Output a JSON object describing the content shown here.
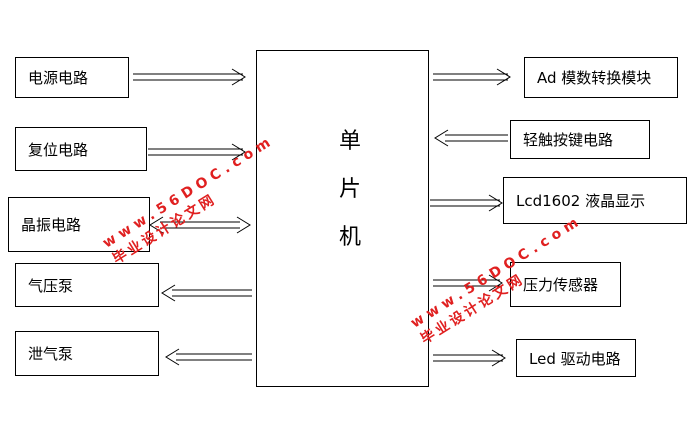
{
  "mcu": {
    "label": "单\n片\n机"
  },
  "left_blocks": [
    {
      "label": "电源电路",
      "direction": "to-mcu"
    },
    {
      "label": "复位电路",
      "direction": "to-mcu"
    },
    {
      "label": "晶振电路",
      "direction": "bidirectional"
    },
    {
      "label": "气压泵",
      "direction": "from-mcu"
    },
    {
      "label": "泄气泵",
      "direction": "from-mcu"
    }
  ],
  "right_blocks": [
    {
      "label": "Ad 模数转换模块",
      "direction": "from-mcu"
    },
    {
      "label": "轻触按键电路",
      "direction": "to-mcu"
    },
    {
      "label": "Lcd1602 液晶显示",
      "direction": "from-mcu"
    },
    {
      "label": "压力传感器",
      "direction": "from-mcu"
    },
    {
      "label": "Led 驱动电路",
      "direction": "from-mcu"
    }
  ],
  "watermark": {
    "line1": "毕业设计论文网",
    "line2": "www.56DOC.com",
    "color": "#e02020"
  }
}
